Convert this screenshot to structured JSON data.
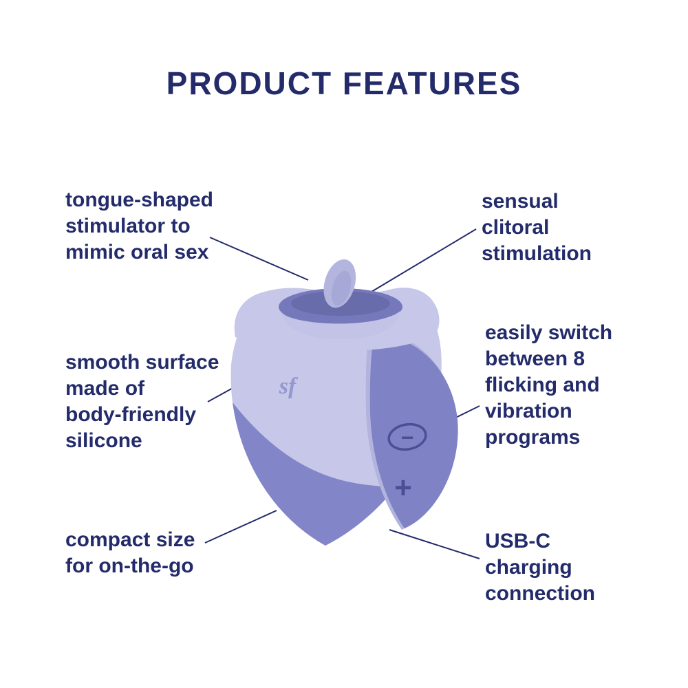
{
  "title": "PRODUCT FEATURES",
  "features": {
    "left": [
      {
        "label": "tongue-shaped\nstimulator to\nmimic oral sex"
      },
      {
        "label": "smooth surface\nmade of\nbody-friendly\nsilicone"
      },
      {
        "label": "compact size\nfor on-the-go"
      }
    ],
    "right": [
      {
        "label": "sensual\nclitoral\nstimulation"
      },
      {
        "label": "easily switch\nbetween 8\nflicking and\nvibration\nprograms"
      },
      {
        "label": "USB-C\ncharging\nconnection"
      }
    ]
  },
  "device": {
    "logo": "sf",
    "minus": "−",
    "plus": "+"
  },
  "icons": {
    "minus_button": "minus-button",
    "plus_button": "plus-button"
  },
  "colors": {
    "background": "#ffffff",
    "text": "#232b6b",
    "line": "#232b6b",
    "device_light": "#c6c7e9",
    "device_lip": "#c2c3e6",
    "device_mid": "#8285c7",
    "device_panel": "#7f82c4",
    "device_highlight": "#b3b4de",
    "mouth": "#7578ba",
    "mouth_deep": "#696cab",
    "tongue": "#b4b5df",
    "tongue_shade": "#9da0d2",
    "button": "#4c4f93",
    "logo": "#9598ce"
  }
}
